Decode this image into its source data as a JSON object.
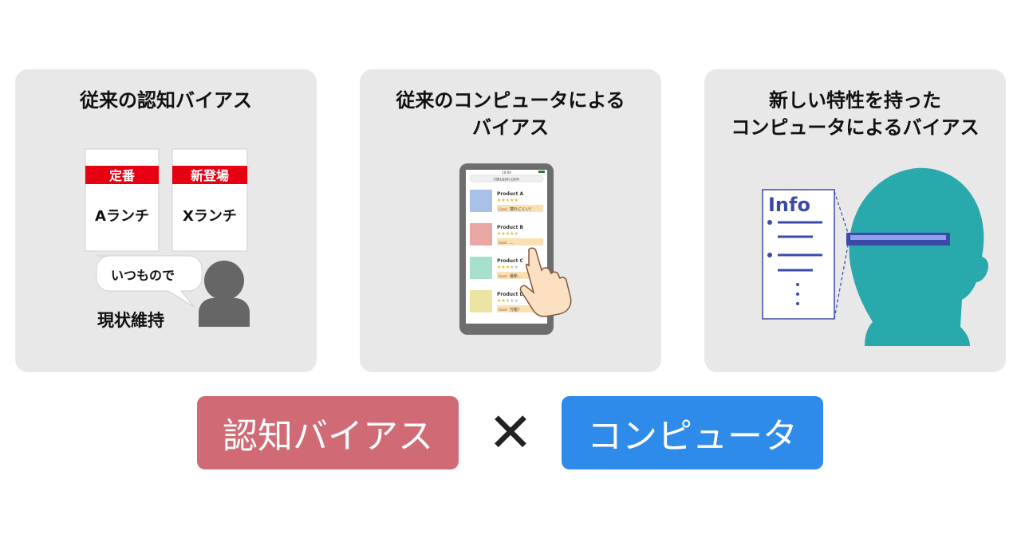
{
  "panels": [
    {
      "title_line1": "従来の認知バイアス",
      "title_line2": ""
    },
    {
      "title_line1": "従来のコンピュータによる",
      "title_line2": "バイアス"
    },
    {
      "title_line1": "新しい特性を持った",
      "title_line2": "コンピュータによるバイアス"
    }
  ],
  "panel1": {
    "card_a": {
      "tag": "定番",
      "label": "Aランチ"
    },
    "card_x": {
      "tag": "新登場",
      "label": "Xランチ"
    },
    "speech": "いつもので",
    "caption": "現状維持"
  },
  "panel2": {
    "status_time": "10:00",
    "url": "rakuzon.com",
    "products": [
      {
        "name": "Product A",
        "badge": "Good",
        "note": "壊れにくい！"
      },
      {
        "name": "Product B",
        "badge": "Good",
        "note": "…"
      },
      {
        "name": "Product C",
        "badge": "Good",
        "note": "最新…"
      },
      {
        "name": "Product D",
        "badge": "Good",
        "note": "万能！"
      }
    ]
  },
  "panel3": {
    "info_label": "Info"
  },
  "bottom": {
    "left": "認知バイアス",
    "operator": "✕",
    "right": "コンピュータ"
  },
  "colors": {
    "panel_bg": "#e8e8e8",
    "tag_red": "#e60012",
    "bias_box": "#d06a74",
    "computer_box": "#2f8bea",
    "head_teal": "#2aa9ad",
    "info_blue": "#3b4aa8"
  }
}
